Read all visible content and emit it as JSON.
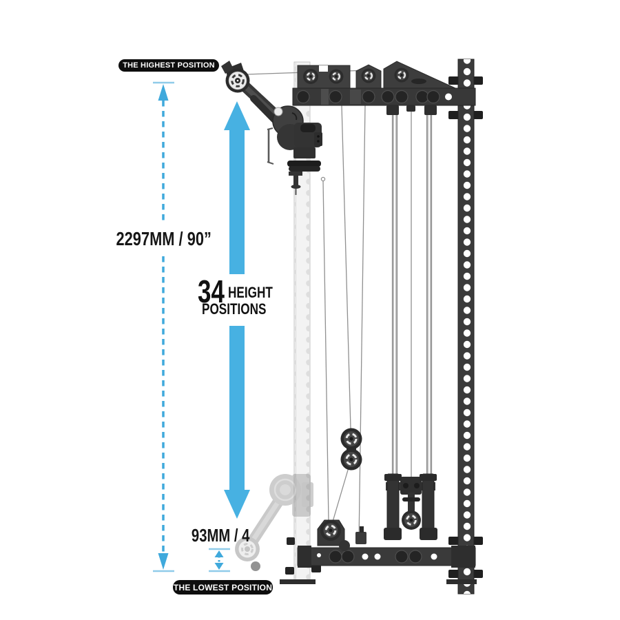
{
  "annotations": {
    "highest_position_label": "THE HIGHEST POSITION",
    "lowest_position_label": "THE LOWEST POSITION",
    "total_height_dimension": "2297MM / 90”",
    "increment_dimension": "93MM / 4",
    "height_positions_count": "34",
    "height_positions_word1": "HEIGHT",
    "height_positions_word2": "POSITIONS"
  },
  "colors": {
    "accent_arrow_blue": "#47b1e2",
    "dashed_line_blue": "#3fa9dc",
    "tick_line_blue": "#8fcbe9",
    "label_pill_background": "#0e0e0e",
    "dimension_text": "#161616",
    "machine_dark": "#3a3a3a",
    "rail_white": "#f3f3f3"
  }
}
